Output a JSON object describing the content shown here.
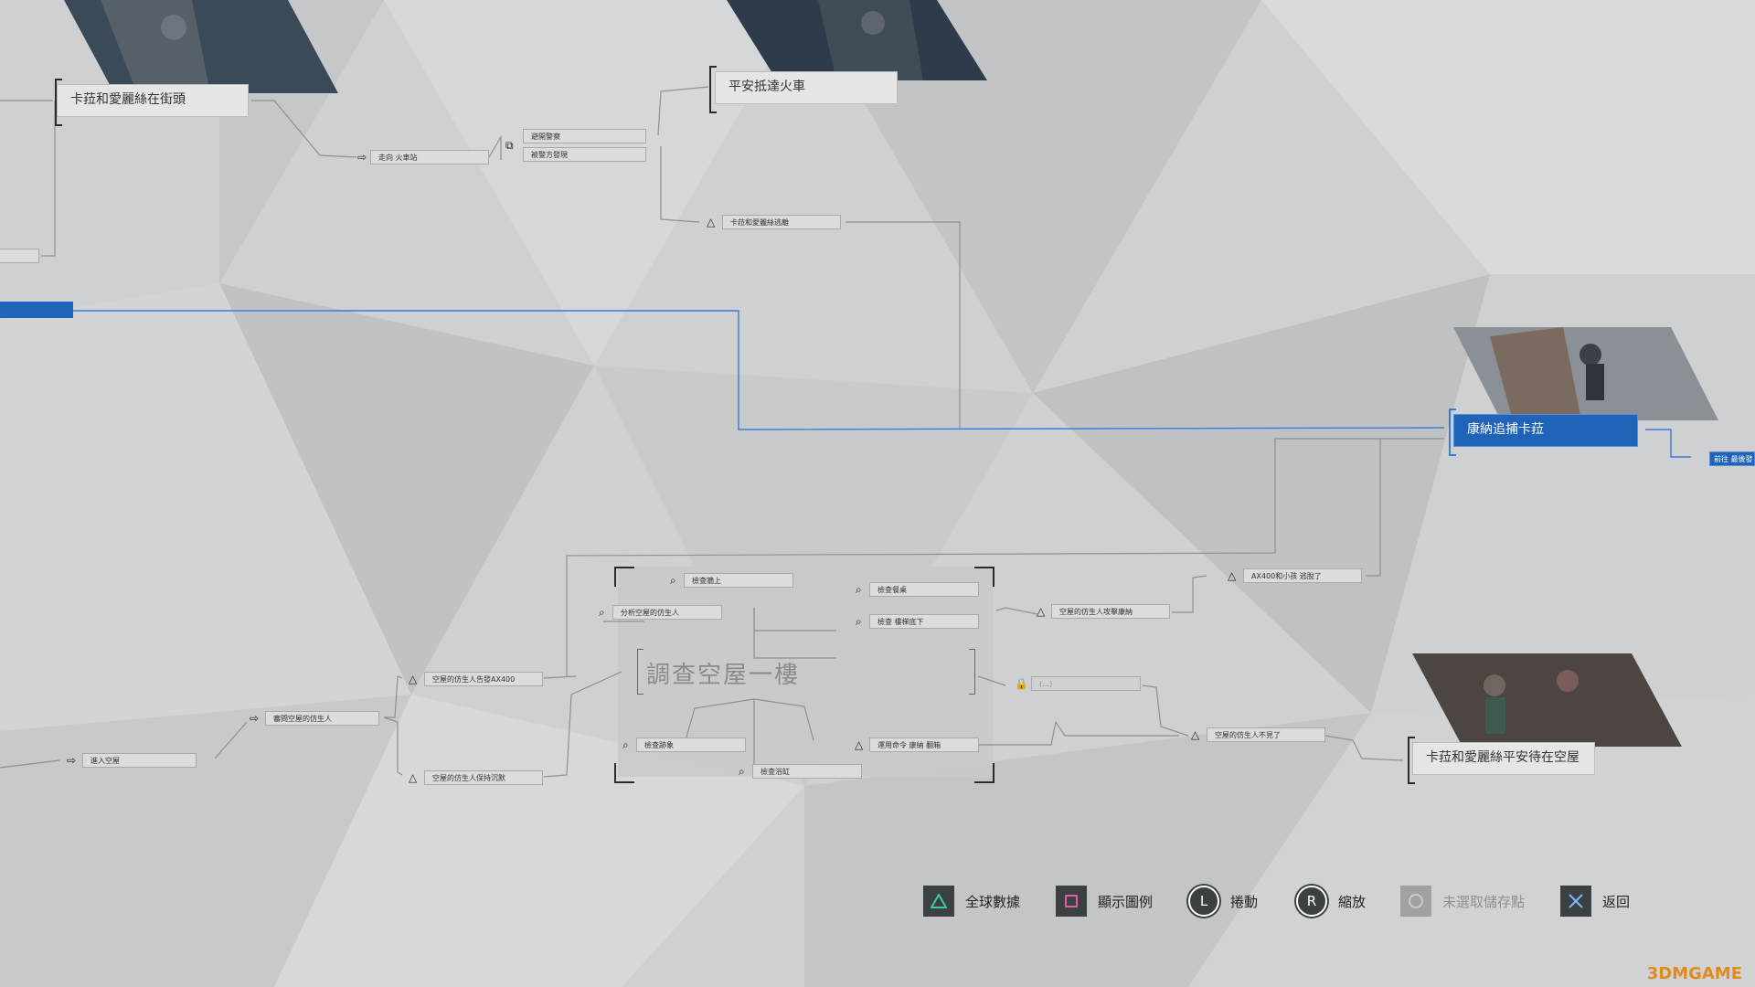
{
  "colors": {
    "accent": "#1f64b8",
    "line": "#8e9094",
    "link_blue": "#3a7bd5"
  },
  "nodes": {
    "kara_alice_street": "卡菈和愛麗絲在街頭",
    "safe_train": "平安抵達火車",
    "to_station": "走向 火車站",
    "opt_alert": "避開警察",
    "opt_police_found": "被警方發現",
    "kara_alice_bus": "卡菈和愛麗絲逃離",
    "connor_chase": "康納追捕卡菈",
    "to_end": "前往 最後發",
    "ax_escape": "AX400和小孩 逃脫了",
    "android_attack": "空屋的仿生人攻擊康納",
    "locked_label": "(…)",
    "android_gone": "空屋的仿生人不見了",
    "kara_alice_safe": "卡菈和愛麗絲平安待在空屋",
    "investigate_title": "調查空屋一樓",
    "clue_wall": "檢查牆上",
    "clue_analyze": "分析空屋的仿生人",
    "clue_table": "檢查餐桌",
    "clue_stair": "檢查 樓梯底下",
    "clue_mark": "檢查跡象",
    "clue_order": "運用命令 康納 翻箱",
    "clue_bath": "檢查浴缸",
    "android_tell_ax": "空屋的仿生人告發AX400",
    "question_android": "審問空屋的仿生人",
    "android_silent": "空屋的仿生人保持沉默",
    "enter_house": "進入空屋"
  },
  "legend": [
    {
      "icon": "triangle-icon",
      "label": "全球數據",
      "enabled": true
    },
    {
      "icon": "square-icon",
      "label": "顯示圖例",
      "enabled": true
    },
    {
      "icon": "L-stick-icon",
      "glyph": "L",
      "label": "捲動",
      "enabled": true
    },
    {
      "icon": "R-stick-icon",
      "glyph": "R",
      "label": "縮放",
      "enabled": true
    },
    {
      "icon": "circle-icon",
      "label": "未選取儲存點",
      "enabled": false
    },
    {
      "icon": "cross-icon",
      "label": "返回",
      "enabled": true
    }
  ],
  "watermark": "3DMGAME"
}
